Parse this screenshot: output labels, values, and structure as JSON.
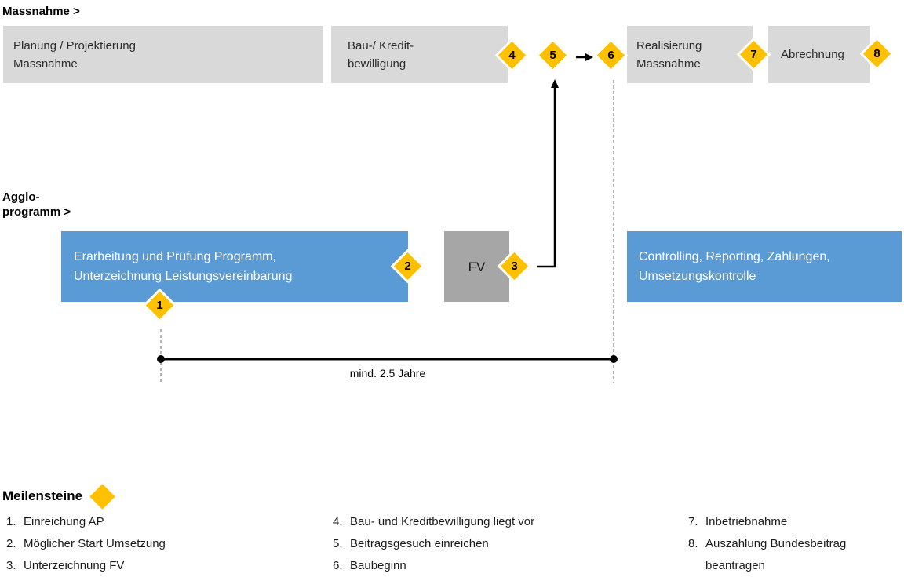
{
  "header": {
    "massnahme_label": "Massnahme >",
    "agglo_label": "Agglo-\nprogramm >"
  },
  "colors": {
    "milestone_yellow": "#ffc000",
    "program_blue": "#5b9bd5",
    "phase_gray_light": "#d9d9d9",
    "fv_gray_mid": "#a6a6a6"
  },
  "massnahme_row": {
    "boxes": [
      {
        "label": "Planung / Projektierung\nMassnahme"
      },
      {
        "label": "Bau-/ Kredit-\nbewilligung"
      },
      {
        "label": "Realisierung\nMassnahme"
      },
      {
        "label": "Abrechnung"
      }
    ]
  },
  "agglo_row": {
    "program_box": "Erarbeitung und Prüfung Programm,\nUnterzeichnung Leistungsvereinbarung",
    "fv_box": "FV",
    "controlling_box": "Controlling, Reporting, Zahlungen,\nUmsetzungskontrolle"
  },
  "diamonds": {
    "d1": "1",
    "d2": "2",
    "d3": "3",
    "d4": "4",
    "d5": "5",
    "d6": "6",
    "d7": "7",
    "d8": "8"
  },
  "timeline": {
    "label": "mind. 2.5 Jahre"
  },
  "milestones": {
    "title": "Meilensteine",
    "col1": [
      {
        "num": "1.",
        "text": "Einreichung AP"
      },
      {
        "num": "2.",
        "text": "Möglicher Start Umsetzung"
      },
      {
        "num": "3.",
        "text": "Unterzeichnung FV"
      }
    ],
    "col2": [
      {
        "num": "4.",
        "text": "Bau- und Kreditbewilligung liegt vor"
      },
      {
        "num": "5.",
        "text": "Beitragsgesuch einreichen"
      },
      {
        "num": "6.",
        "text": "Baubeginn"
      }
    ],
    "col3": [
      {
        "num": "7.",
        "text": "Inbetriebnahme"
      },
      {
        "num": "8.",
        "text": "Auszahlung Bundesbeitrag beantragen"
      }
    ]
  }
}
